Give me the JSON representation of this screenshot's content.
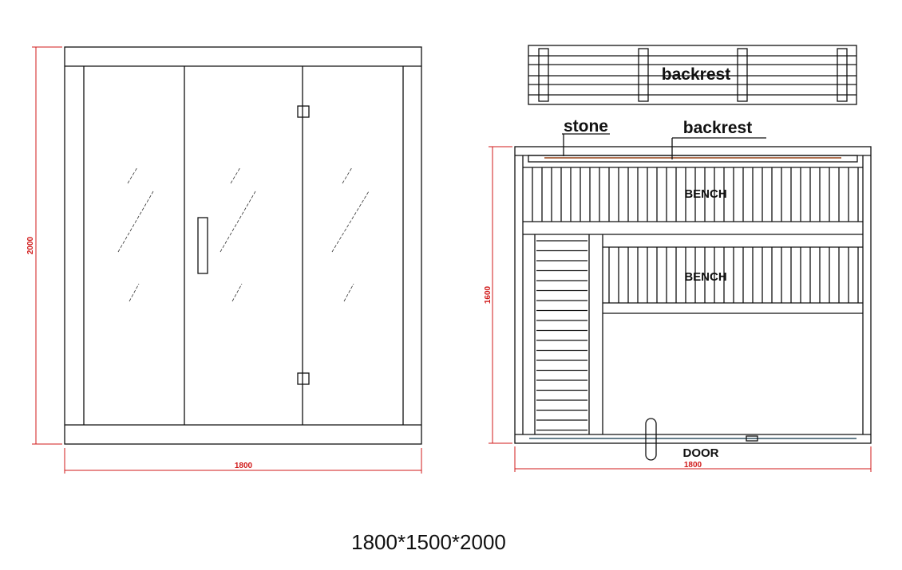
{
  "front_view": {
    "height_dim": "2000",
    "width_dim": "1800"
  },
  "backrest_view": {
    "label": "backrest"
  },
  "plan_view": {
    "stone_label": "stone",
    "backrest_label": "backrest",
    "bench_upper_label": "BENCH",
    "bench_lower_label": "BENCH",
    "door_label": "DOOR",
    "depth_dim": "1600",
    "width_dim": "1800"
  },
  "caption": "1800*1500*2000",
  "colors": {
    "dimension": "#d01818",
    "line": "#111111",
    "stone": "#b07050"
  }
}
